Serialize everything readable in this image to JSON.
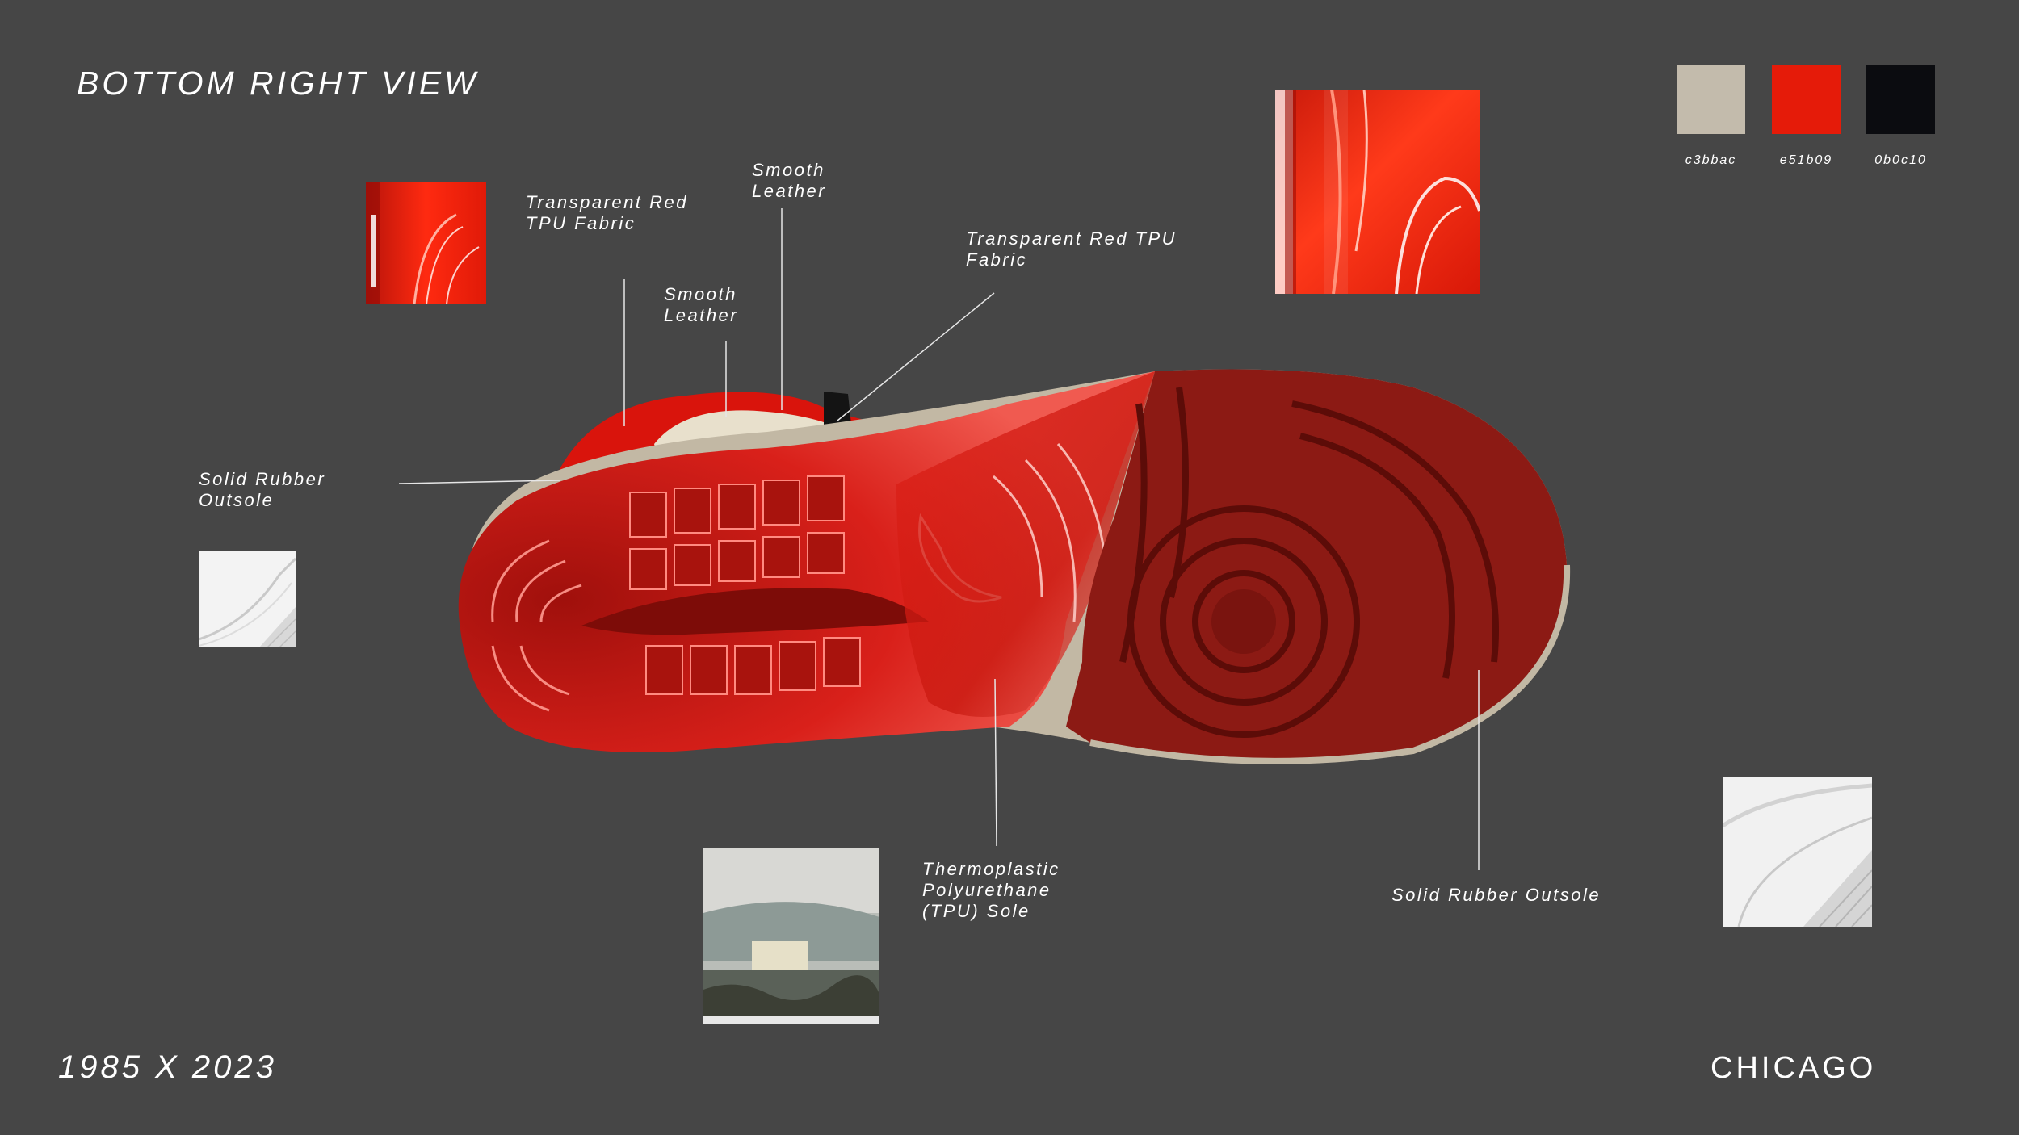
{
  "view_title": "BOTTOM RIGHT VIEW",
  "footer": {
    "years": "1985 X 2023",
    "edition": "CHICAGO"
  },
  "palette": [
    {
      "code": "c3bbac",
      "color": "#c3bbac"
    },
    {
      "code": "e51b09",
      "color": "#e51b09"
    },
    {
      "code": "0b0c10",
      "color": "#0b0c10"
    }
  ],
  "callouts": {
    "tpu_fabric_left": [
      "Transparent Red",
      "TPU Fabric"
    ],
    "smooth_leather_top": [
      "Smooth",
      "Leather"
    ],
    "tpu_fabric_right": [
      "Transparent Red TPU",
      "Fabric"
    ],
    "smooth_leather_mid": [
      "Smooth",
      "Leather"
    ],
    "rubber_outsole_left": [
      "Solid Rubber",
      "Outsole"
    ],
    "tpu_sole": [
      "Thermoplastic",
      "Polyurethane",
      "(TPU) Sole"
    ],
    "rubber_outsole_right": [
      "Solid Rubber Outsole"
    ]
  },
  "icons": {
    "material_thumbs": [
      "tpu-fabric-swatch-icon",
      "tpu-fabric-large-swatch-icon",
      "leather-swatch-icon",
      "tpu-sole-swatch-icon",
      "rubber-outsole-swatch-icon"
    ],
    "product": "sneaker-outsole-icon"
  }
}
